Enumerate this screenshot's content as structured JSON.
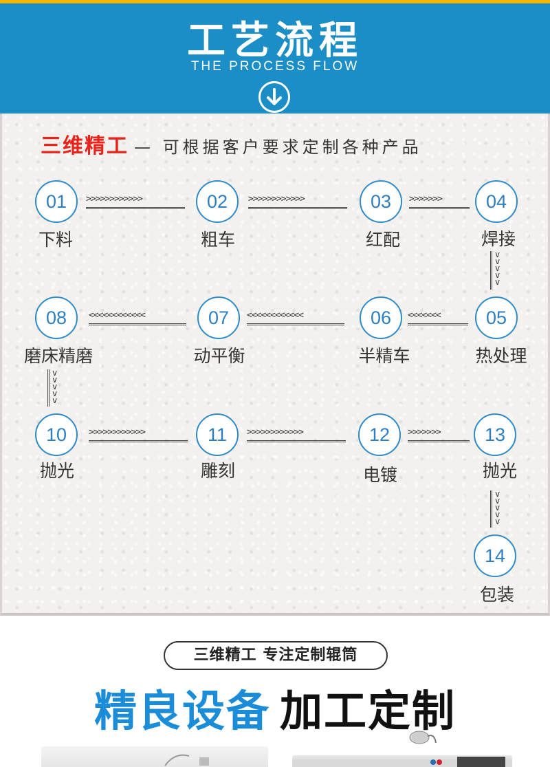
{
  "header": {
    "title": "工艺流程",
    "subtitle": "THE PROCESS FLOW",
    "arrow_icon": "circle-down-arrow-icon"
  },
  "colors": {
    "header_bg": "#1b8ec8",
    "accent_red": "#e8231c",
    "step_blue": "#2d7fc0",
    "title_blue": "#1a8cd8"
  },
  "process": {
    "brand": "三维精工",
    "tagline": "— 可根据客户要求定制各种产品",
    "steps": [
      {
        "num": "01",
        "label": "下料"
      },
      {
        "num": "02",
        "label": "粗车"
      },
      {
        "num": "03",
        "label": "红配"
      },
      {
        "num": "04",
        "label": "焊接"
      },
      {
        "num": "05",
        "label": "热处理"
      },
      {
        "num": "06",
        "label": "半精车"
      },
      {
        "num": "07",
        "label": "动平衡"
      },
      {
        "num": "08",
        "label": "磨床精磨"
      },
      {
        "num": "10",
        "label": "抛光"
      },
      {
        "num": "11",
        "label": "雕刻"
      },
      {
        "num": "12",
        "label": "电镀"
      },
      {
        "num": "13",
        "label": "抛光"
      },
      {
        "num": "14",
        "label": "包装"
      }
    ],
    "arrow_right_long": ">>>>>>>>>>>>",
    "arrow_right_short": ">>>>>>>",
    "arrow_left_long": "<<<<<<<<<<<<",
    "arrow_left_short": "<<<<<<<",
    "arrow_down": "v v v v"
  },
  "bottom": {
    "pill_text": "三维精工 专注定制辊筒",
    "title_blue": "精良设备",
    "title_black": "加工定制"
  }
}
